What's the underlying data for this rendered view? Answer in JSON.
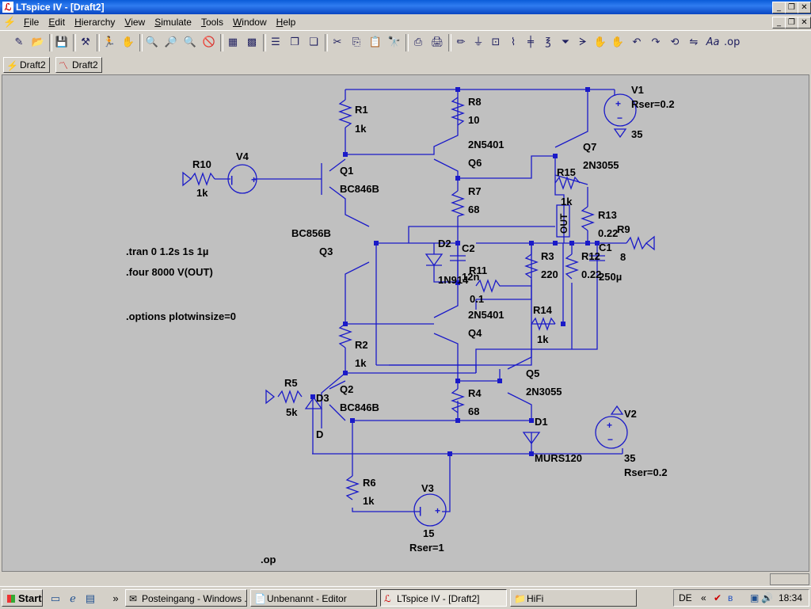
{
  "window": {
    "title": "LTspice IV - [Draft2]",
    "app_icon": "ltspice-icon"
  },
  "window_buttons": [
    "_",
    "❐",
    "✕"
  ],
  "menu": [
    "File",
    "Edit",
    "Hierarchy",
    "View",
    "Simulate",
    "Tools",
    "Window",
    "Help"
  ],
  "tabs": [
    {
      "label": "Draft2",
      "icon": "schematic-icon"
    },
    {
      "label": "Draft2",
      "icon": "waveform-icon"
    }
  ],
  "schematic": {
    "labels": {
      "r1": "R1",
      "r1v": "1k",
      "r8": "R8",
      "r8v": "10",
      "v1": "V1",
      "v1ser": "Rser=0.2",
      "v1v": "35",
      "r10": "R10",
      "r10v": "1k",
      "v4": "V4",
      "q1": "Q1",
      "q1m": "BC846B",
      "q6m": "2N5401",
      "q6": "Q6",
      "q7": "Q7",
      "q7m": "2N3055",
      "r7": "R7",
      "r7v": "68",
      "r15": "R15",
      "r15v": "1k",
      "r13": "R13",
      "r13v": "0.22",
      "r9": "R9",
      "r9v": "8",
      "out": "OUT",
      "bc856": "BC856B",
      "q3": "Q3",
      "d2": "D2",
      "c2": "C2",
      "r11": "R11",
      "r11v": "0.1",
      "c2v": "12n",
      "d2m": "1N914",
      "r3": "R3",
      "r3v": "220",
      "r12": "R12",
      "r12v": "0.22",
      "c1": "C1",
      "c1v": "250µ",
      "q4m": "2N5401",
      "q4": "Q4",
      "r14": "R14",
      "r14v": "1k",
      "r2": "R2",
      "r2v": "1k",
      "q5": "Q5",
      "q5m": "2N3055",
      "r5": "R5",
      "r5v": "5k",
      "d3": "D3",
      "dmodel": "D",
      "q2": "Q2",
      "q2m": "BC846B",
      "r4": "R4",
      "r4v": "68",
      "d1": "D1",
      "d1m": "MURS120",
      "v2": "V2",
      "v2v": "35",
      "v2ser": "Rser=0.2",
      "r6": "R6",
      "r6v": "1k",
      "v3": "V3",
      "v3v": "15",
      "v3ser": "Rser=1"
    },
    "directives": {
      "tran": ".tran 0 1.2s 1s 1µ",
      "four": ".four 8000 V(OUT)",
      "options": ".options plotwinsize=0",
      "op": ".op"
    }
  },
  "taskbar": {
    "start": "Start",
    "tasks": [
      {
        "label": "Posteingang - Windows ...",
        "icon": "mail-icon",
        "active": false
      },
      {
        "label": "Unbenannt - Editor",
        "icon": "notepad-icon",
        "active": false
      },
      {
        "label": "LTspice IV - [Draft2]",
        "icon": "ltspice-icon",
        "active": true
      },
      {
        "label": "HiFi",
        "icon": "folder-icon",
        "active": false
      }
    ],
    "lang": "DE",
    "clock": "18:34"
  }
}
